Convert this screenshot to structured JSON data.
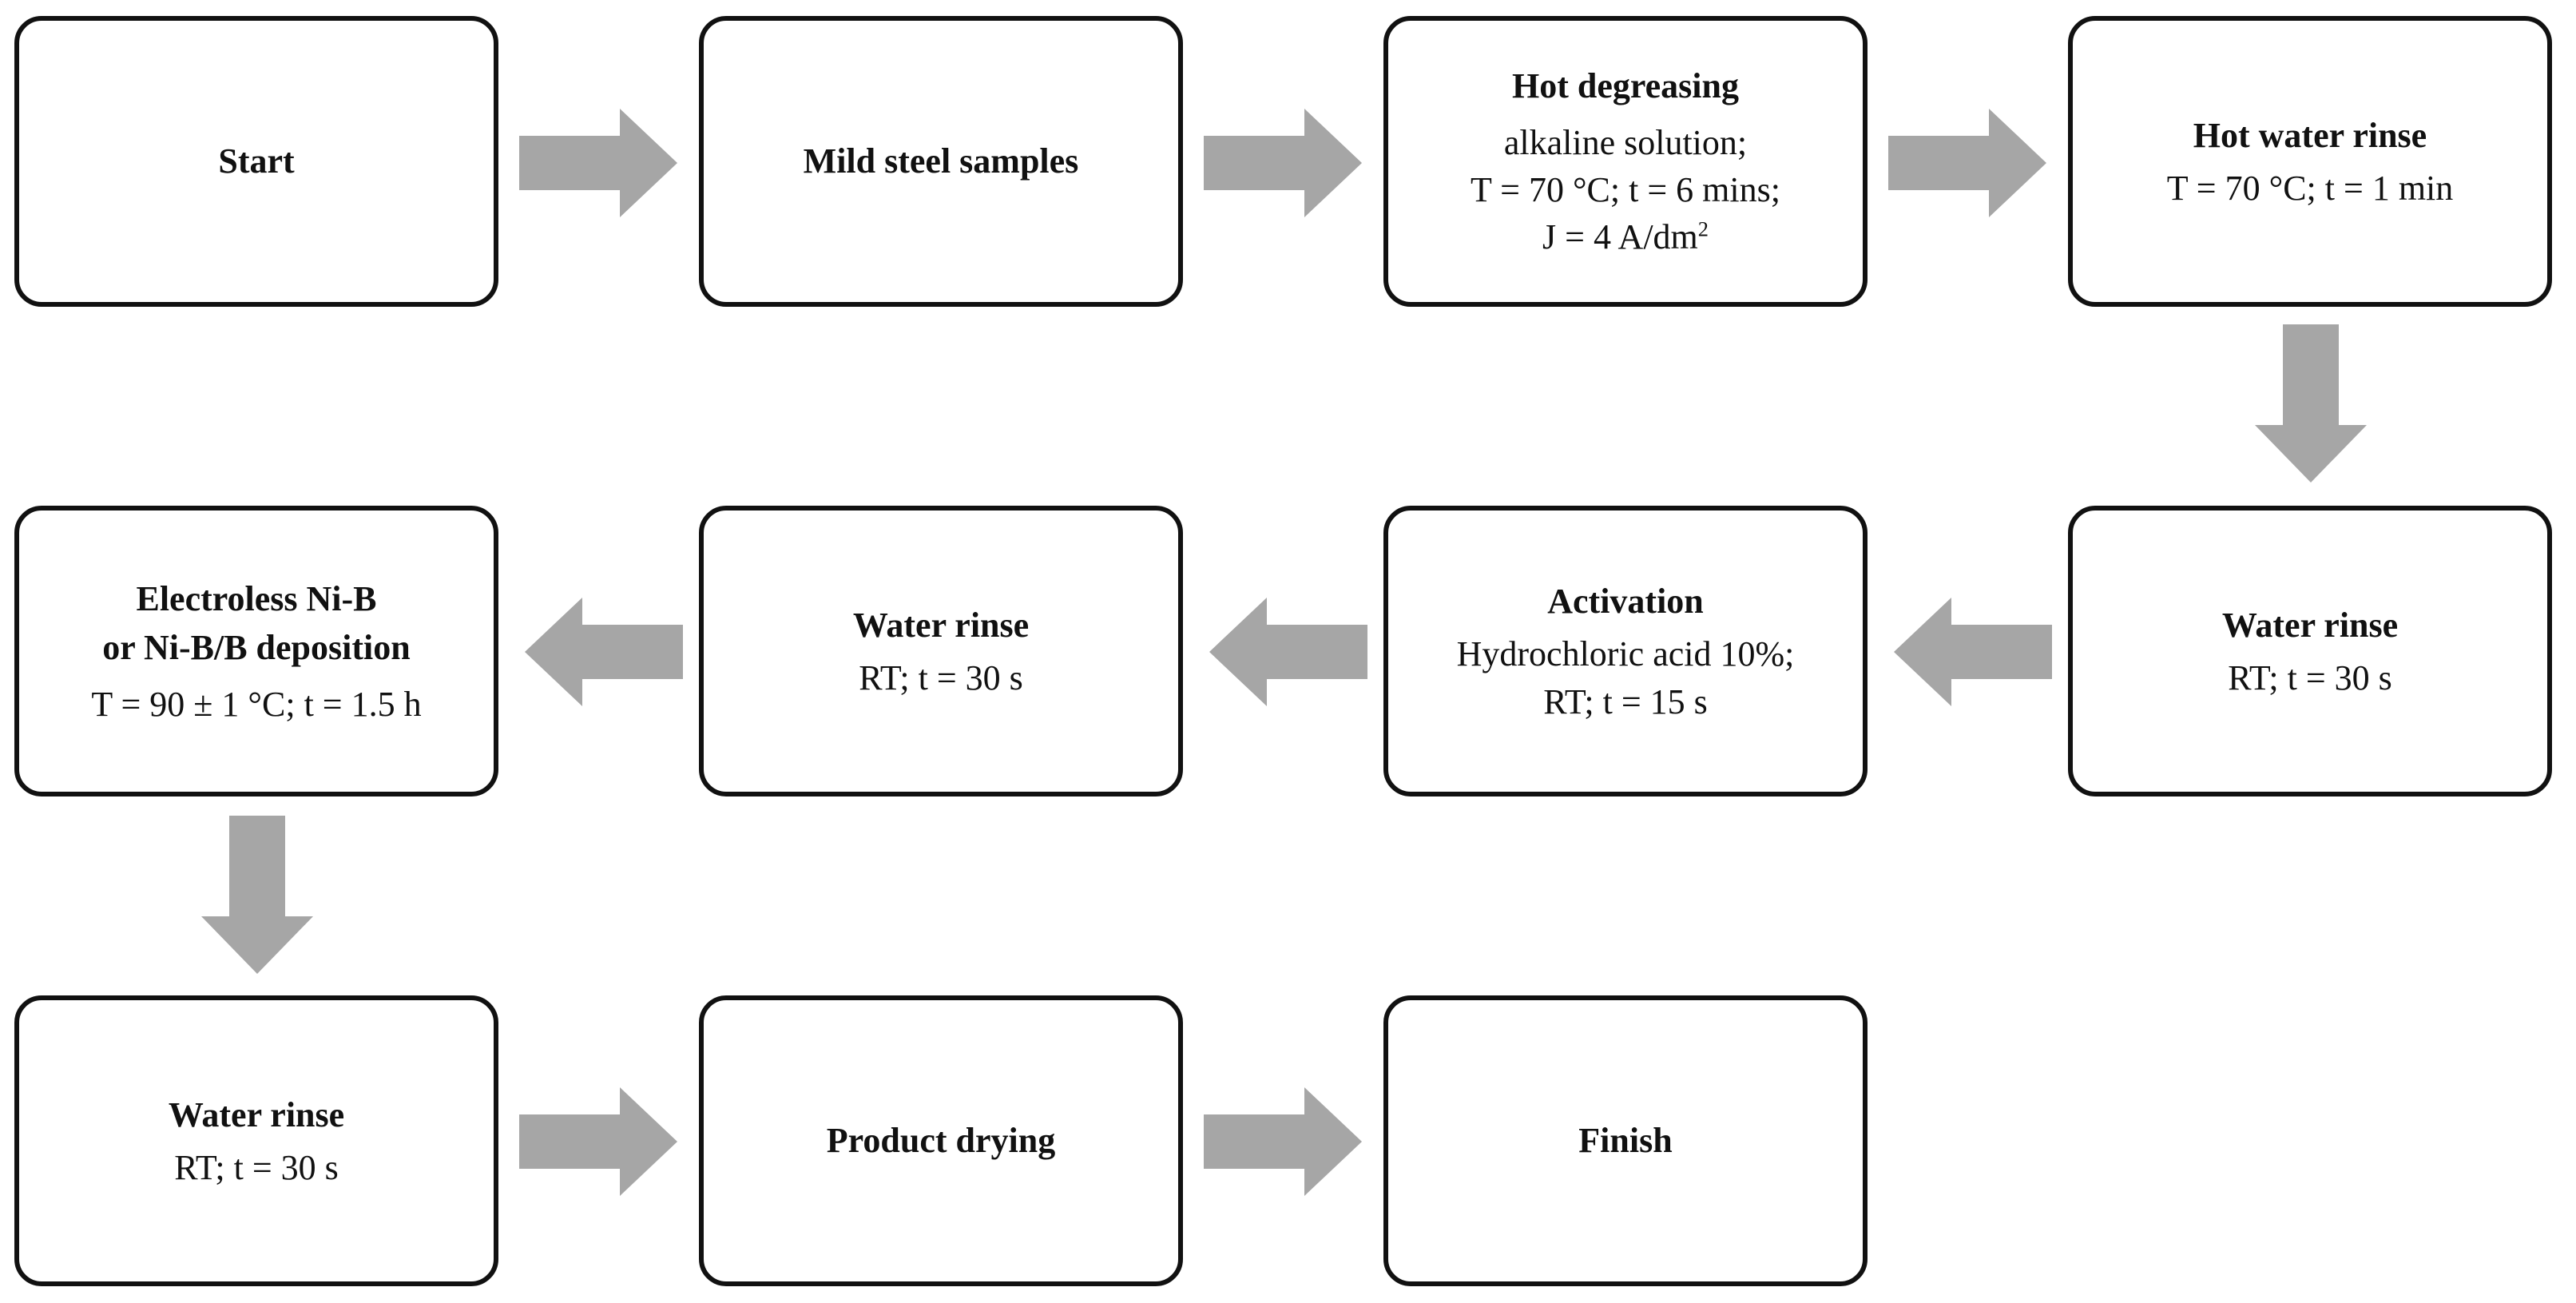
{
  "steps": {
    "start": {
      "title": "Start"
    },
    "samples": {
      "title": "Mild steel samples"
    },
    "degreasing": {
      "title": "Hot degreasing",
      "detail_1": "alkaline solution;",
      "detail_2": "T = 70 °C; t = 6 mins;",
      "detail_3": "J = 4 A/dm",
      "detail_3_sup": "2"
    },
    "hot_rinse": {
      "title": "Hot water rinse",
      "detail": "T = 70 °C; t = 1 min"
    },
    "rinse_1": {
      "title": "Water rinse",
      "detail": "RT; t = 30 s"
    },
    "activation": {
      "title": "Activation",
      "detail_1": "Hydrochloric acid 10%;",
      "detail_2": "RT; t = 15 s"
    },
    "rinse_2": {
      "title": "Water rinse",
      "detail": "RT; t = 30 s"
    },
    "deposition": {
      "title_1": "Electroless Ni-B",
      "title_2": "or Ni-B/B deposition",
      "detail": "T = 90 ± 1 °C; t = 1.5 h"
    },
    "rinse_3": {
      "title": "Water rinse",
      "detail": "RT; t = 30 s"
    },
    "drying": {
      "title": "Product drying"
    },
    "finish": {
      "title": "Finish"
    }
  },
  "colors": {
    "arrow": "#a6a6a6",
    "border": "#111111",
    "background": "#ffffff"
  }
}
